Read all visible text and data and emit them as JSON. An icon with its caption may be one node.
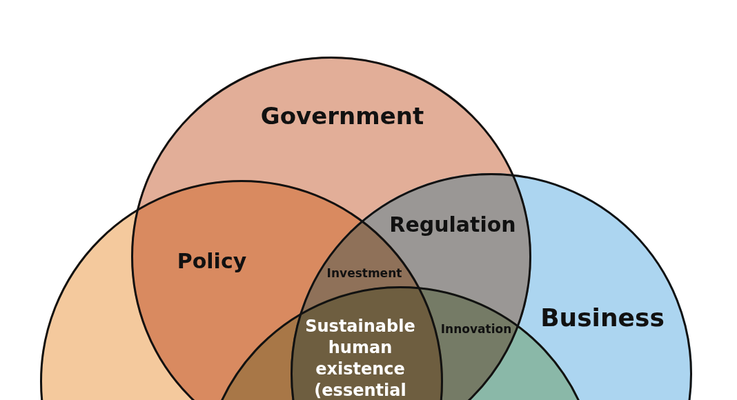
{
  "diagram": {
    "nodes": [
      {
        "text": [
          "Government"
        ]
      },
      {
        "text": [],
        "shape": "circle"
      },
      {
        "text": [
          "Business"
        ]
      },
      {
        "text": [],
        "shape": "circle"
      }
    ],
    "labels": [
      "Regulation",
      "Policy",
      "Investment",
      "Innovation",
      "Sustainable human existence (essential"
    ]
  }
}
